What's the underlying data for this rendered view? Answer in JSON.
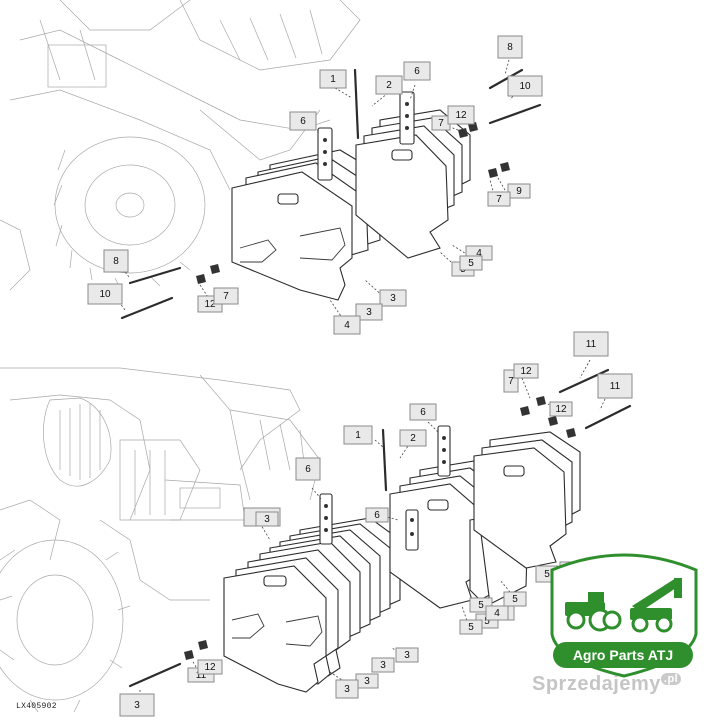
{
  "figure_code": "LX405902",
  "logo": {
    "label": "Agro Parts ATJ",
    "brand_color": "#2f8f2c"
  },
  "watermark": {
    "main": "Sprzedajemy",
    "tld": ".pl"
  },
  "top_diagram": {
    "callouts": [
      "1",
      "2",
      "6",
      "6",
      "7",
      "12",
      "8",
      "10",
      "9",
      "7",
      "4",
      "5",
      "5",
      "3",
      "3",
      "4",
      "3",
      "8",
      "10",
      "12",
      "7"
    ]
  },
  "bottom_diagram": {
    "callouts": [
      "11",
      "11",
      "7",
      "12",
      "12",
      "1",
      "2",
      "6",
      "6",
      "3",
      "3",
      "6",
      "5",
      "5",
      "5",
      "5",
      "5",
      "5",
      "4",
      "3",
      "3",
      "3",
      "3",
      "3",
      "11",
      "12",
      "7"
    ]
  }
}
